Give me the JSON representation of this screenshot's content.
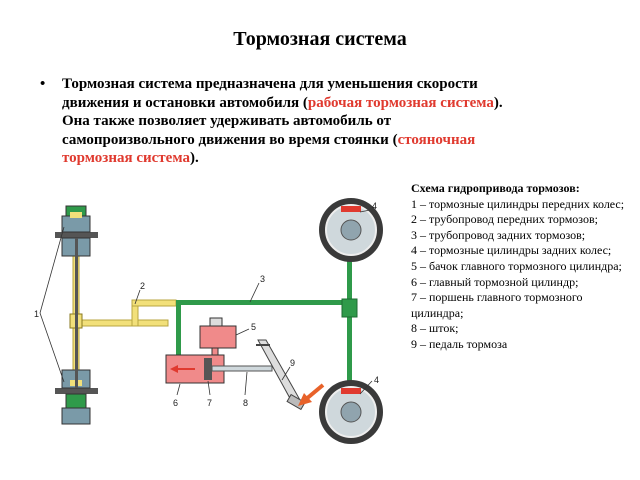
{
  "title": "Тормозная система",
  "bullet": {
    "line1": "Тормозная система  предназначена для уменьшения скорости",
    "line2a": "движения и остановки автомобиля (",
    "line2b": "рабочая тормозная система",
    "line2c": ").",
    "line3": "Она также позволяет удерживать автомобиль от",
    "line4a": "самопроизвольного движения во время стоянки (",
    "line4b": "стояночная",
    "line5a": "тормозная система",
    "line5b": ")."
  },
  "legend": {
    "title": "Схема гидропривода тормозов:",
    "items": [
      "1 – тормозные цилиндры передних колес;",
      "2 – трубопровод передних тормозов;",
      "3 – трубопровод задних тормозов;",
      "4 – тормозные цилиндры задних колес;",
      "5 – бачок главного тормозного цилиндра;",
      "6 – главный тормозной цилиндр;",
      "7 – поршень главного тормозного цилиндра;",
      "8 – шток;",
      "9 – педаль тормоза"
    ]
  },
  "diagram": {
    "labels": [
      "1",
      "2",
      "3",
      "4",
      "4",
      "5",
      "6",
      "7",
      "8",
      "9"
    ],
    "colors": {
      "front_pipe": "#f2e07a",
      "rear_pipe": "#2f9a4a",
      "cylinder": "#f08a8a",
      "arrow": "#e8622a",
      "drum": "#3a3a3a"
    }
  }
}
